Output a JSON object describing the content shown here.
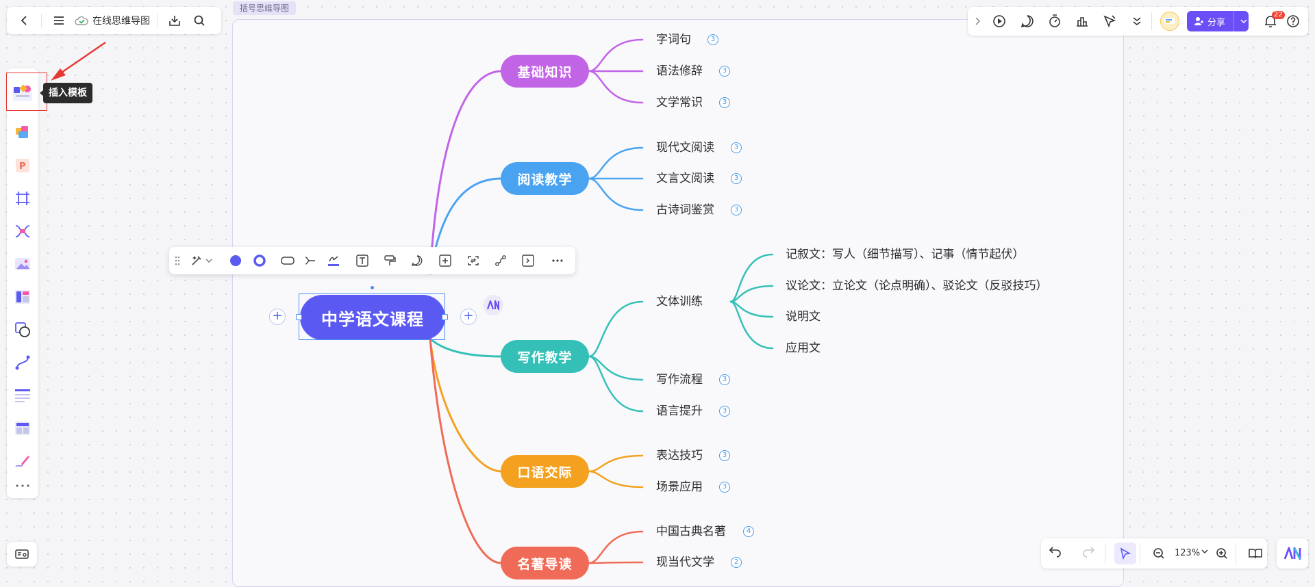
{
  "app": {
    "doc_title": "在线思维导图",
    "frame_label": "括号思维导图"
  },
  "sidebar": {
    "tooltip": "插入模板"
  },
  "toolbar_right": {
    "share_label": "分享",
    "notification_count": "22"
  },
  "mindmap": {
    "root": "中学语文课程",
    "branches": [
      {
        "label": "基础知识",
        "color": "#c264e6",
        "children": [
          {
            "label": "字词句",
            "count": "3"
          },
          {
            "label": "语法修辞",
            "count": "3"
          },
          {
            "label": "文学常识",
            "count": "3"
          }
        ]
      },
      {
        "label": "阅读教学",
        "color": "#4aa3f0",
        "children": [
          {
            "label": "现代文阅读",
            "count": "3"
          },
          {
            "label": "文言文阅读",
            "count": "3"
          },
          {
            "label": "古诗词鉴赏",
            "count": "3"
          }
        ]
      },
      {
        "label": "写作教学",
        "color": "#35c0b7",
        "children": [
          {
            "label": "文体训练",
            "children": [
              {
                "label": "记叙文：写人（细节描写）、记事（情节起伏）"
              },
              {
                "label": "议论文：立论文（论点明确）、驳论文（反驳技巧）"
              },
              {
                "label": "说明文"
              },
              {
                "label": "应用文"
              }
            ]
          },
          {
            "label": "写作流程",
            "count": "3"
          },
          {
            "label": "语言提升",
            "count": "3"
          }
        ]
      },
      {
        "label": "口语交际",
        "color": "#f4a11f",
        "children": [
          {
            "label": "表达技巧",
            "count": "3"
          },
          {
            "label": "场景应用",
            "count": "3"
          }
        ]
      },
      {
        "label": "名著导读",
        "color": "#f06b57",
        "children": [
          {
            "label": "中国古典名著",
            "count": "4"
          },
          {
            "label": "现当代文学",
            "count": "2"
          }
        ]
      }
    ]
  },
  "bottom": {
    "zoom": "123%"
  },
  "colors": {
    "root": "#5a59f2",
    "accent": "#6b4ef6"
  }
}
